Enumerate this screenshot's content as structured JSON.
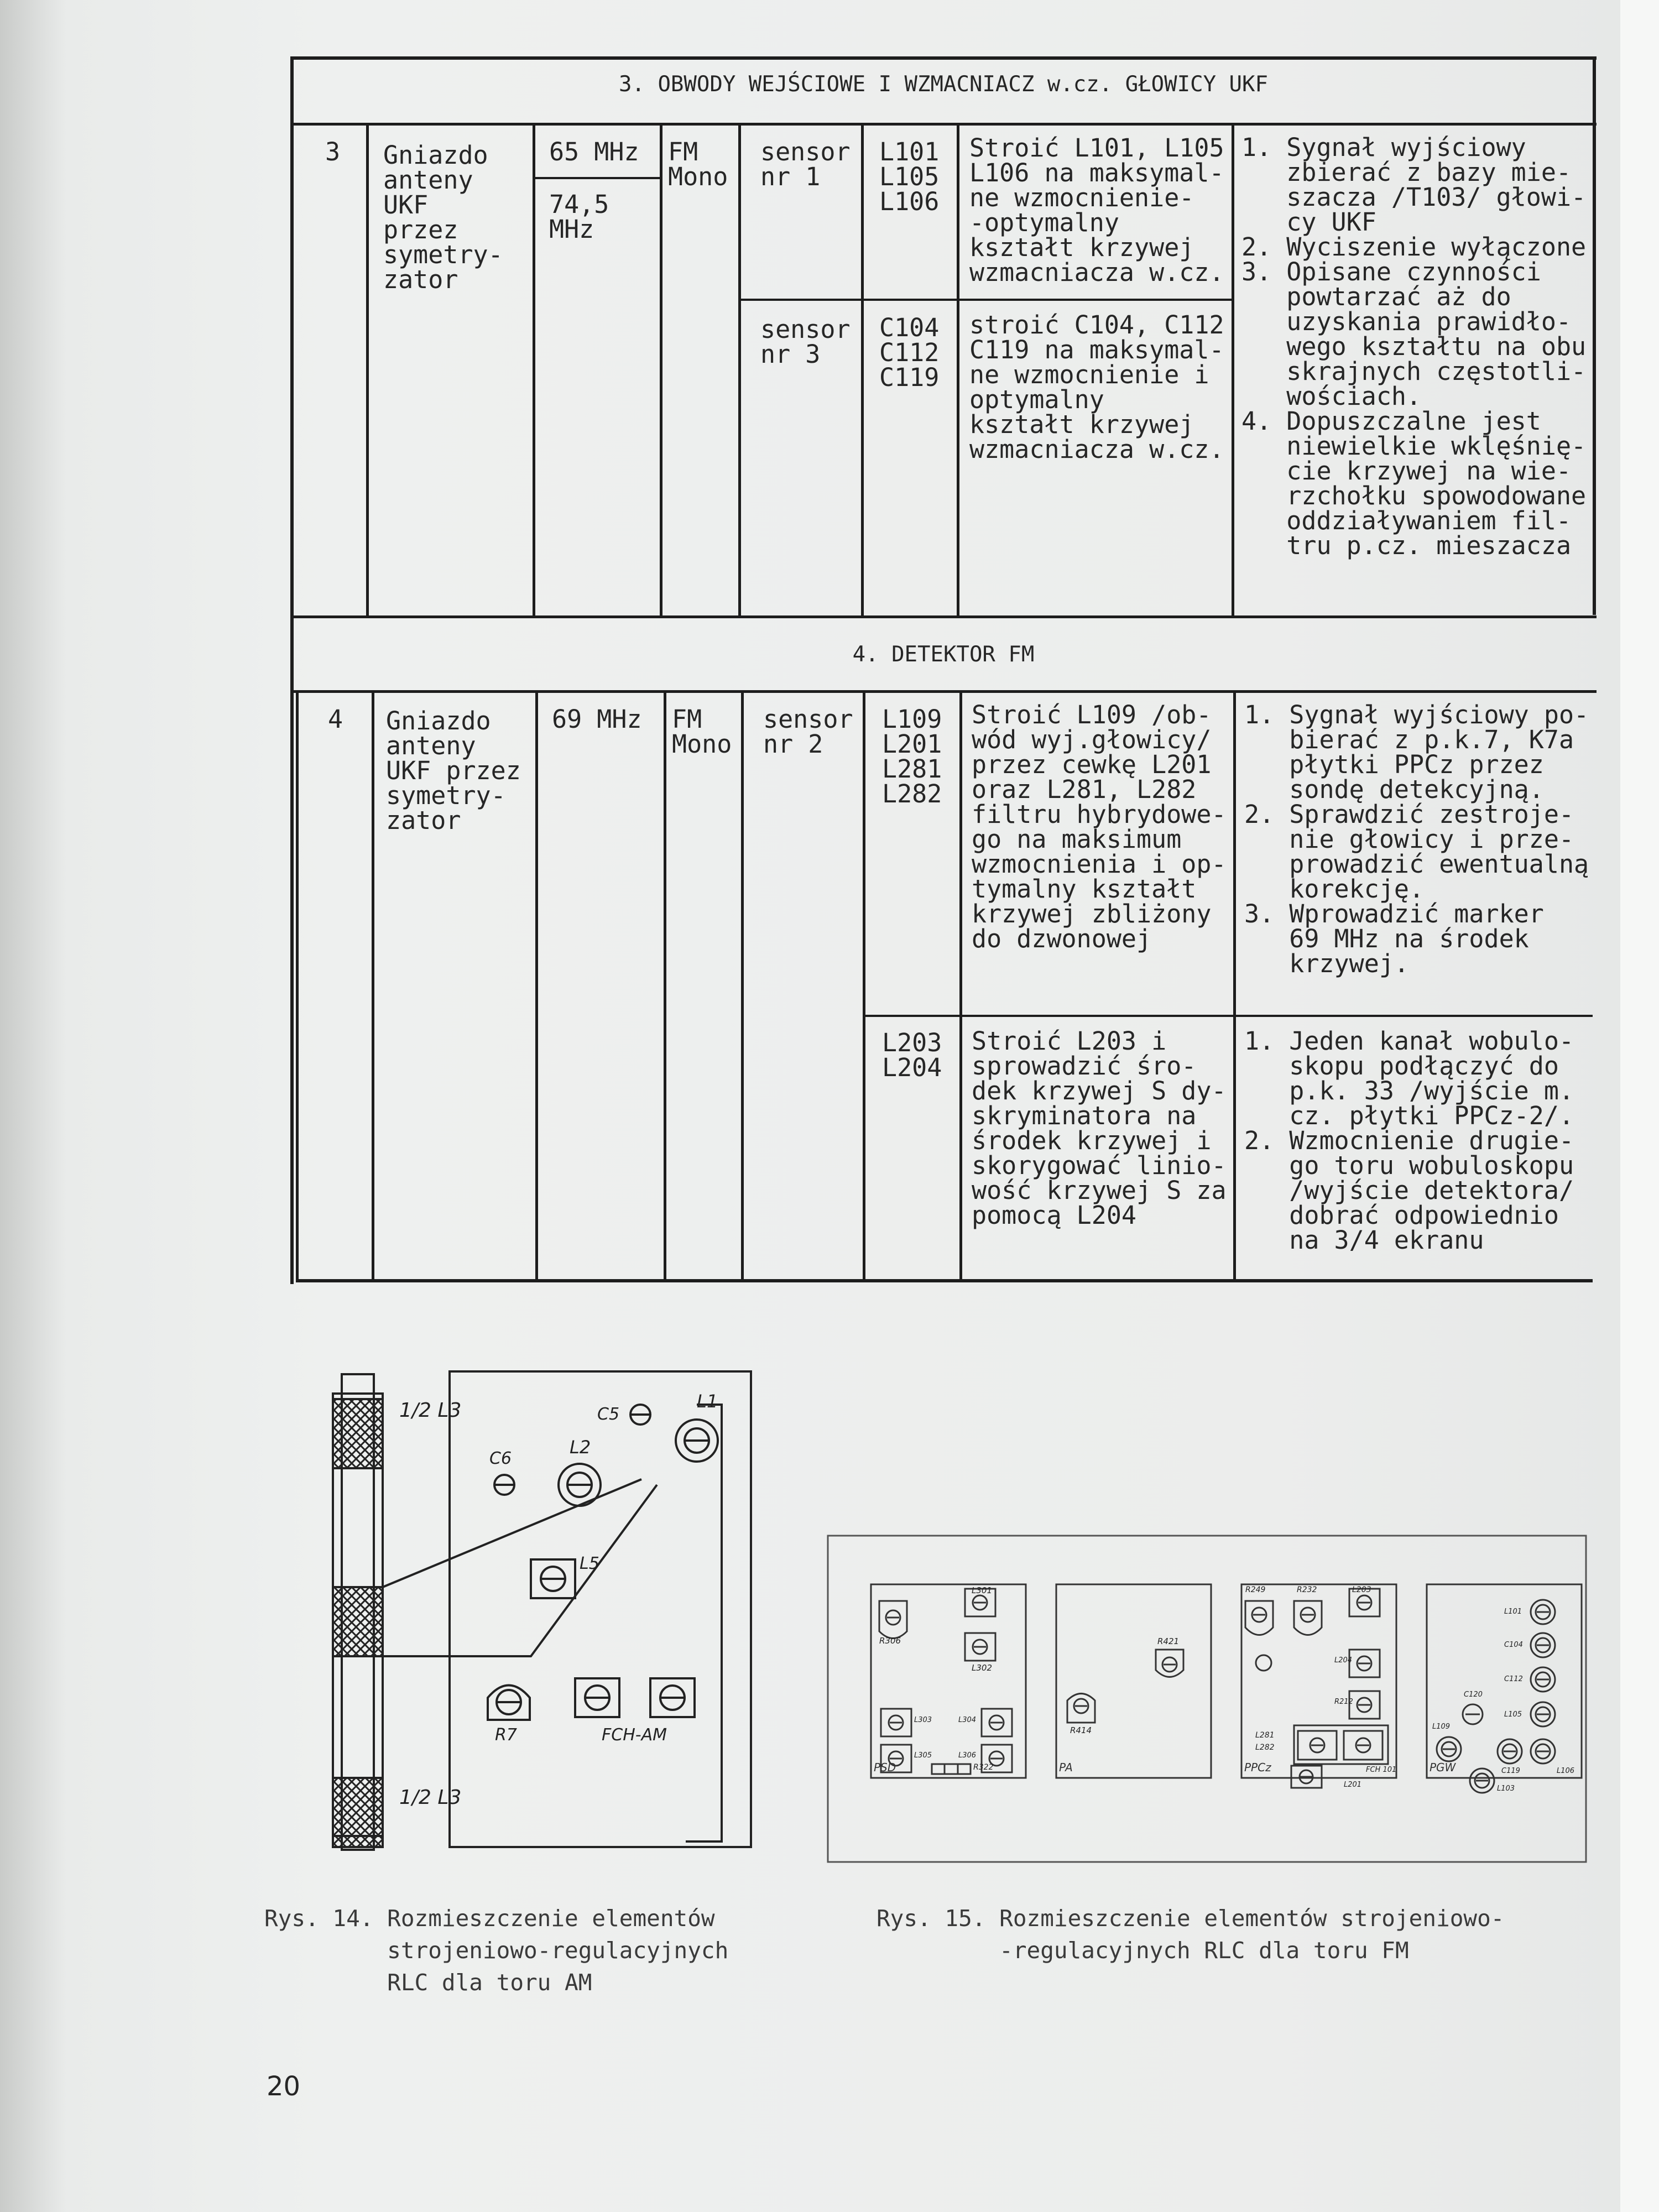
{
  "section3": {
    "title": "3. OBWODY WEJŚCIOWE I WZMACNIACZ w.cz. GŁOWICY UKF",
    "nr": "3",
    "source": "Gniazdo\nanteny\nUKF\nprzez\nsymetry-\nzator",
    "freq1": "65 MHz",
    "freq2": "74,5\nMHz",
    "mode": "FM\nMono",
    "sensor1": "sensor\nnr 1",
    "elements1": "L101\nL105\nL106",
    "action1": "Stroić L101, L105\nL106 na maksymal-\nne wzmocnienie-\n-optymalny\nkształt krzywej\nwzmacniacza w.cz.",
    "sensor2": "sensor\nnr 3",
    "elements2": "C104\nC112\nC119",
    "action2": "stroić C104, C112\nC119 na maksymal-\nne wzmocnienie i\noptymalny\nkształt krzywej\nwzmacniacza w.cz.",
    "notes": "1. Sygnał wyjściowy\n   zbierać z bazy mie-\n   szacza /T103/ głowi-\n   cy UKF\n2. Wyciszenie wyłączone\n3. Opisane czynności\n   powtarzać aż do\n   uzyskania prawidło-\n   wego kształtu na obu\n   skrajnych częstotli-\n   wościach.\n4. Dopuszczalne jest\n   niewielkie wklęśnię-\n   cie krzywej na wie-\n   rzchołku spowodowane\n   oddziaływaniem fil-\n   tru p.cz. mieszacza"
  },
  "section4": {
    "title": "4. DETEKTOR FM",
    "nr": "4",
    "source": "Gniazdo\nanteny\nUKF przez\nsymetry-\nzator",
    "freq": "69 MHz",
    "mode": "FM\nMono",
    "sensor": "sensor\nnr 2",
    "elements1": "L109\nL201\nL281\nL282",
    "action1": "Stroić L109 /ob-\nwód wyj.głowicy/\nprzez cewkę L201\noraz L281, L282\nfiltru hybrydowe-\ngo na maksimum\nwzmocnienia i op-\ntymalny kształt\nkrzywej zbliżony\ndo dzwonowej",
    "notes1": "1. Sygnał wyjściowy po-\n   bierać z p.k.7, K7a\n   płytki PPCz przez\n   sondę detekcyjną.\n2. Sprawdzić zestroje-\n   nie głowicy i prze-\n   prowadzić ewentualną\n   korekcję.\n3. Wprowadzić marker\n   69 MHz na środek\n   krzywej.",
    "elements2": "L203\nL204",
    "action2": "Stroić L203 i\nsprowadzić śro-\ndek krzywej S dy-\nskryminatora na\nśrodek krzywej i\nskorygować linio-\nwość krzywej S za\npomocą L204",
    "notes2": "1. Jeden kanał wobulo-\n   skopu podłączyć do\n   p.k. 33 /wyjście m.\n   cz. płytki PPCz-2/.\n2. Wzmocnienie drugie-\n   go toru wobuloskopu\n   /wyjście detektora/\n   dobrać odpowiednio\n   na 3/4 ekranu"
  },
  "fig14": {
    "labels": {
      "half_l3_top": "1/2 L3",
      "half_l3_bottom": "1/2 L3",
      "c5": "C5",
      "l1": "L1",
      "c6": "C6",
      "l2": "L2",
      "l5": "L5",
      "r7": "R7",
      "fch": "FCH-AM"
    },
    "caption": "Rys. 14. Rozmieszczenie elementów\n         strojeniowo-regulacyjnych\n         RLC dla toru AM"
  },
  "fig15": {
    "boards": {
      "psd": "PSD",
      "pa": "PA",
      "ppcz": "PPCz",
      "pgw": "PGW"
    },
    "labels": {
      "l301": "L301",
      "r306": "R306",
      "l302": "L302",
      "l303": "L303",
      "l304": "L304",
      "l305": "L305",
      "l306": "L306",
      "r322": "R322",
      "r421": "R421",
      "r414": "R414",
      "r249": "R249",
      "r232": "R232",
      "l203": "L203",
      "l204": "L204",
      "r212": "R212",
      "l281": "L281",
      "l282": "L282",
      "fch": "FCH 101",
      "l201": "L201",
      "l101": "L101",
      "c104": "C104",
      "c112": "C112",
      "c120": "C120",
      "l105": "L105",
      "l109": "L109",
      "c119": "C119",
      "l106": "L106",
      "l103": "L103"
    },
    "caption": "Rys. 15. Rozmieszczenie elementów strojeniowo-\n         -regulacyjnych RLC dla toru FM"
  },
  "page_number": "20"
}
